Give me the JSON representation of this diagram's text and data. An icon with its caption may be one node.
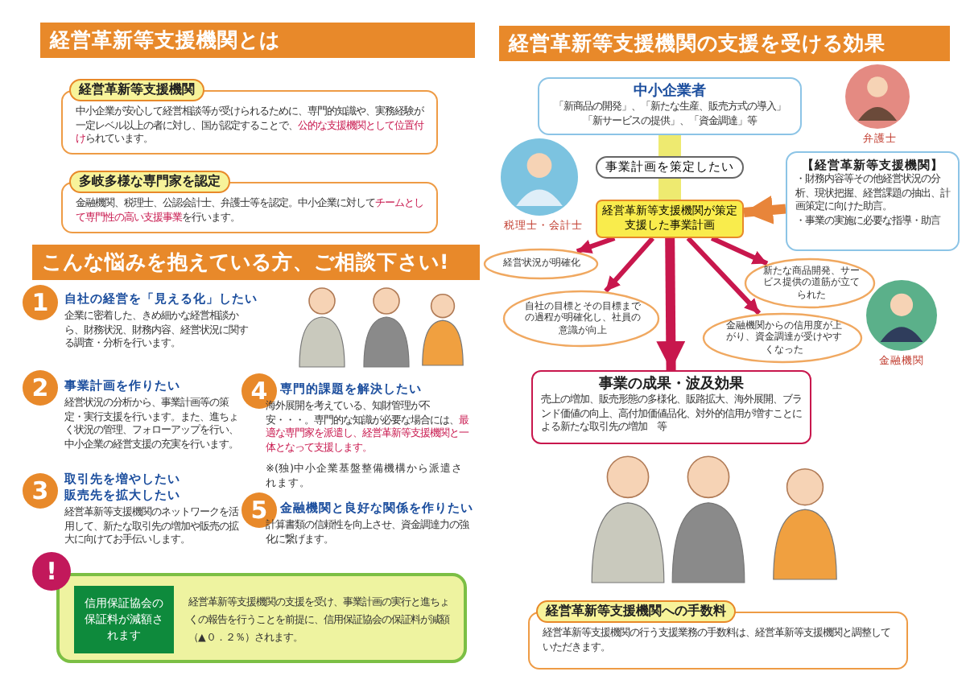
{
  "diagram": {
    "nodes": [
      {
        "text": [
          "経営革新等支援機関",
          "中小企業が安心して経営相談等が受けられるために、専門的知識や、実務経験が一定レベル以上の者に対し、国が認定することで、**公的な支援機関として位置付け**られています。"
        ]
      },
      {
        "text": [
          "多岐多様な専門家を認定",
          "金融機関、税理士、公認会計士、弁護士等を認定。中小企業に対して**チームとして専門性の高い支援事業**を行います。"
        ]
      },
      {
        "text": [
          "経営革新等支援機関の支援を受け、事業計画の実行と進ちょくの報告を行うことを前提に、信用保証協会の保証料が減額（▲０．２％）されます。"
        ]
      },
      {
        "text": [
          "信用保証協会の保証料が減額されます"
        ],
        "in": 2
      },
      {
        "text": [
          "中小企業者",
          "「新商品の開発」、「新たな生産、販売方式の導入」「新サービスの提供」、「資金調達」等"
        ]
      },
      {
        "text": [
          "【経営革新等支援機関】",
          "・財務内容等その他経営状況の分析、現状把握、経営課題の抽出、計画策定に向けた助言。",
          "・事業の実施に必要な指導・助言"
        ]
      },
      {
        "text": [
          "経営革新等支援機関が策定支援した事業計画"
        ]
      },
      {
        "text": [
          "経営状況が明確化"
        ]
      },
      {
        "text": [
          "新たな商品開発、サービス提供の道筋が立てられた"
        ]
      },
      {
        "text": [
          "自社の目標とその目標までの過程が明確化し、社員の意識が向上"
        ]
      },
      {
        "text": [
          "金融機関からの信用度が上がり、資金調達が受けやすくなった"
        ]
      },
      {
        "text": [
          "事業の成果・波及効果",
          "売上の増加、販売形態の多様化、販路拡大、海外展開、ブランド価値の向上、高付加価値品化、対外的信用が増すことによる新たな取引先の増加　等"
        ]
      },
      {
        "text": [
          "経営革新等支援機関への手数料",
          "経営革新等支援機関の行う支援業務の手数料は、経営革新等支援機関と調整していただきます。"
        ]
      }
    ],
    "edges": [
      {
        "from": 4,
        "to": 6,
        "arrow": "to",
        "label": "事業計画を策定したい",
        "style": "thick",
        "color": "#eeea70"
      },
      {
        "from": 5,
        "to": 6,
        "arrow": "to",
        "style": "thick",
        "color": "#e8853a"
      },
      {
        "from": 6,
        "to": 7,
        "arrow": "to"
      },
      {
        "from": 6,
        "to": 9,
        "arrow": "to"
      },
      {
        "from": 6,
        "to": 8,
        "arrow": "to"
      },
      {
        "from": 6,
        "to": 10,
        "arrow": "to"
      },
      {
        "from": 6,
        "to": 11,
        "arrow": "to",
        "style": "thick"
      }
    ],
    "labels": [
      "経営革新等支援機関とは",
      "こんな悩みを抱えている方、ご相談下さい!",
      "1",
      "自社の経営を「見える化」したい",
      "企業に密着した、きめ細かな経営相談から、財務状況、財務内容、経営状況に関する調査・分析を行います。",
      "2",
      "事業計画を作りたい",
      "経営状況の分析から、事業計画等の策定・実行支援を行います。また、進ちょく状況の管理、フォローアップを行い、中小企業の経営支援の充実を行います。",
      "3",
      "取引先を増やしたい販売先を拡大したい",
      "経営革新等支援機関のネットワークを活用して、新たな取引先の増加や販売の拡大に向けてお手伝いします。",
      "4",
      "専門的課題を解決したい",
      "海外展開を考えている、知財管理が不安・・・。専門的な知識が必要な場合には、**最適な専門家を派遣し、経営革新等支援機関と一体となって支援します。**",
      "※(独)中小企業基盤整備機構から派遣されます。",
      "5",
      "金融機関と良好な関係を作りたい",
      "計算書類の信頼性を向上させ、資金調達力の強化に繋げます。",
      "!",
      "経営革新等支援機関の支援を受ける効果",
      "弁護士",
      "税理士・会計士",
      "金融機関"
    ]
  }
}
